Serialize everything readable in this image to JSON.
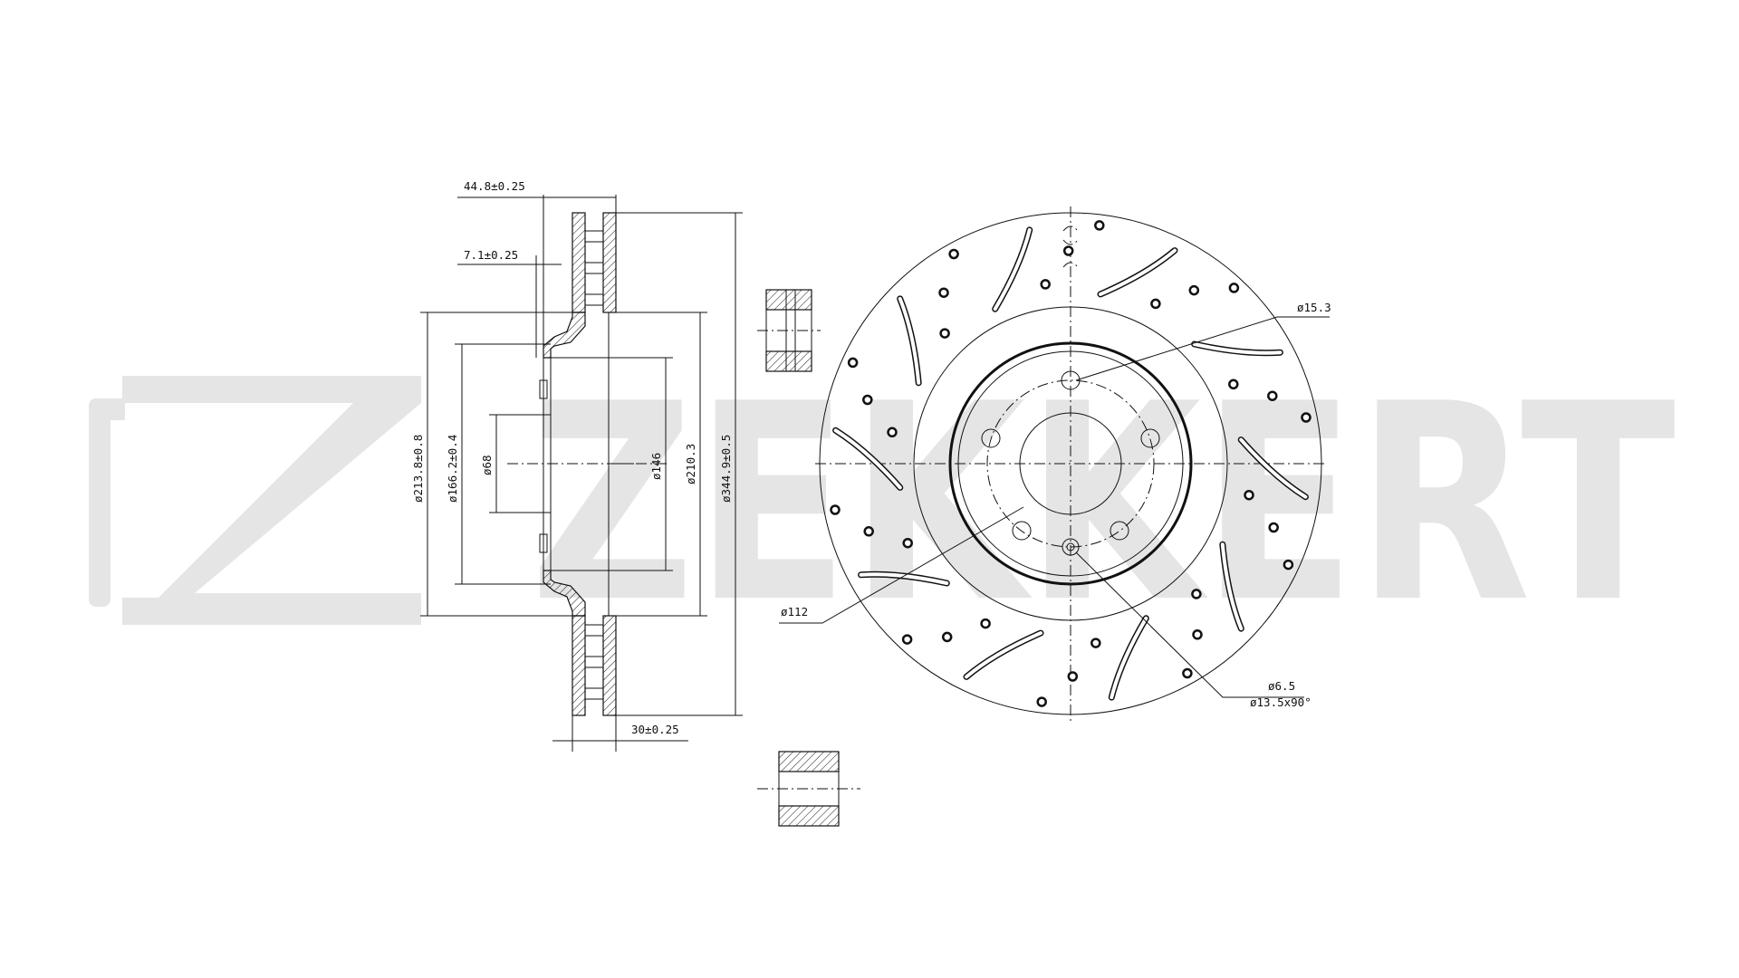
{
  "watermark": {
    "brand": "ZEKKERT"
  },
  "side_view": {
    "dims": {
      "overall_thickness": "44.8±0.25",
      "hat_thickness": "7.1±0.25",
      "disc_thickness": "30±0.25",
      "dia_213": "ø213.8±0.8",
      "dia_166": "ø166.2±0.4",
      "dia_68": "ø68",
      "dia_146": "ø146",
      "dia_210": "ø210.3",
      "dia_344": "ø344.9±0.5"
    }
  },
  "front_view": {
    "dims": {
      "pcd": "ø112",
      "hole_15": "ø15.3",
      "hole_65": "ø6.5",
      "countersink": "ø13.5x90°"
    }
  }
}
